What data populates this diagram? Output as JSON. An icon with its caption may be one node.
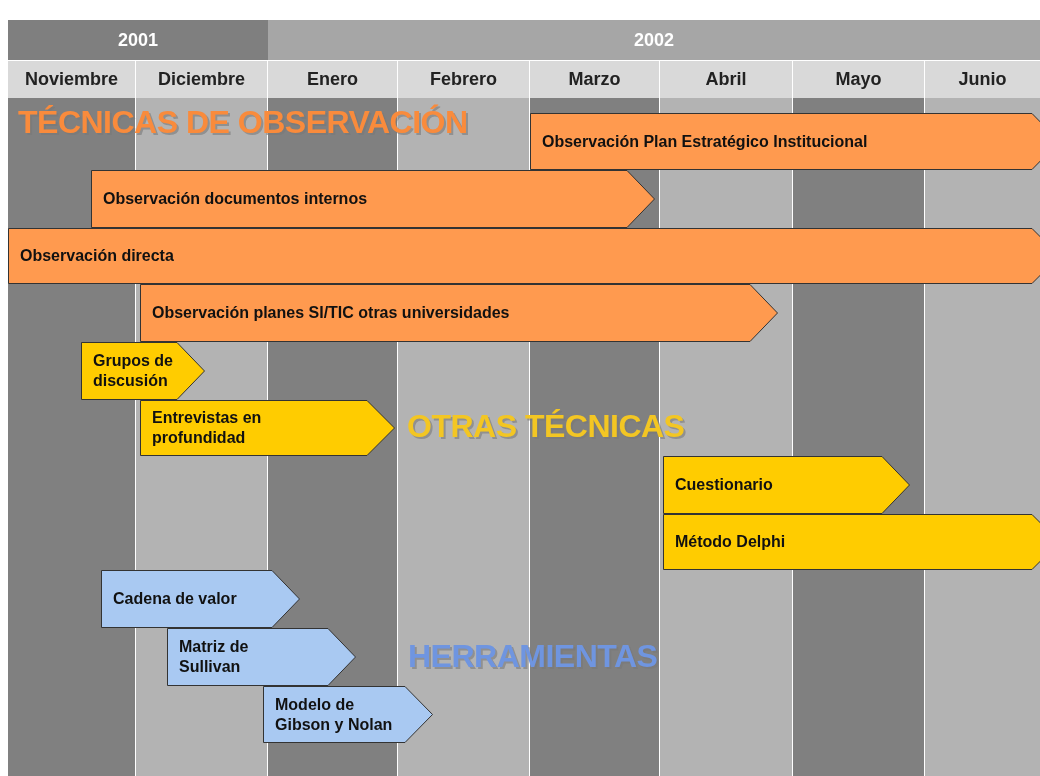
{
  "diagram": {
    "nodes": [
      {
        "text": [
          "Observación Plan Estratégico Institucional"
        ]
      },
      {
        "text": [
          "Observación documentos internos"
        ]
      },
      {
        "text": [
          "Observación directa"
        ]
      },
      {
        "text": [
          "Observación planes SI/TIC otras universidades"
        ]
      },
      {
        "text": [
          "Grupos de discusión"
        ]
      },
      {
        "text": [
          "Entrevistas en profundidad"
        ]
      },
      {
        "text": [
          "Cuestionario"
        ]
      },
      {
        "text": [
          "Método Delphi"
        ]
      },
      {
        "text": [
          "Cadena de valor"
        ]
      },
      {
        "text": [
          "Matriz de Sullivan"
        ]
      },
      {
        "text": [
          "Modelo de Gibson y Nolan"
        ]
      }
    ],
    "labels": [
      "2001",
      "2002",
      "Noviembre",
      "Diciembre",
      "Enero",
      "Febrero",
      "Marzo",
      "Abril",
      "Mayo",
      "Junio",
      "TÉCNICAS DE OBSERVACIÓN",
      "OTRAS TÉCNICAS",
      "HERRAMIENTAS"
    ]
  }
}
